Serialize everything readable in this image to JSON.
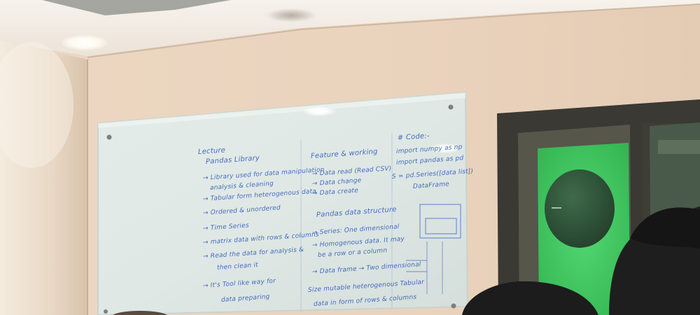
{
  "scene": {
    "description_colors": {
      "wall": "#e8d3bf",
      "ceiling": "#f3ece3",
      "board_glass": "#dde7e3",
      "marker_ink": "#2b55b6",
      "door_green": "#3fc35f",
      "door_frame": "#3b3a33"
    }
  },
  "whiteboard": {
    "left_column": [
      "Lecture",
      "Pandas Library",
      "→ Library used for data manipulation",
      "analysis & cleaning",
      "→ Tabular form heterogenous data",
      "→ Ordered & unordered",
      "→ Time Series",
      "→ matrix data with rows & columns",
      "→ Read the data for analysis &",
      "then clean it",
      "→ It's Tool like way for",
      "data preparing"
    ],
    "middle_column": [
      "Feature & working",
      "→ Data read (Read CSV)",
      "→ Data change",
      "→ Data create",
      "Pandas data structure",
      "→ Series: One dimensional",
      "→ Homogenous data. It may",
      "be a row or a column",
      "→ Data frame → Two dimensional",
      "Size mutable heterogenous Tabular",
      "data in form of rows & columns"
    ],
    "right_column": [
      "# Code:-",
      "import numpy as np",
      "import pandas as pd",
      "S = pd.Series([data list])",
      "DataFrame"
    ]
  }
}
